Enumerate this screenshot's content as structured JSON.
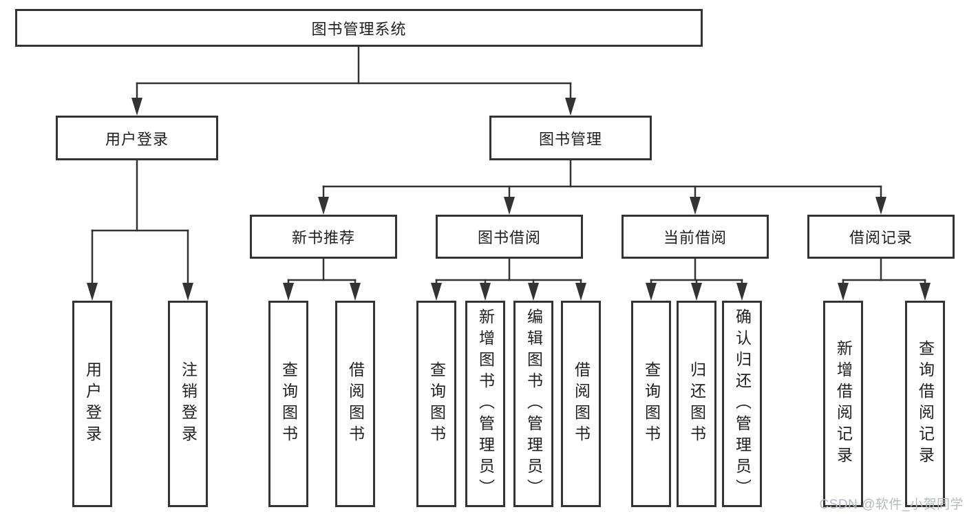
{
  "tree": {
    "label": "图书管理系统",
    "children": [
      {
        "label": "用户登录",
        "children": [
          {
            "label": "用户登录"
          },
          {
            "label": "注销登录"
          }
        ]
      },
      {
        "label": "图书管理",
        "children": [
          {
            "label": "新书推荐",
            "children": [
              {
                "label": "查询图书"
              },
              {
                "label": "借阅图书"
              }
            ]
          },
          {
            "label": "图书借阅",
            "children": [
              {
                "label": "查询图书"
              },
              {
                "label": "新增图书（管理员）"
              },
              {
                "label": "编辑图书（管理员）"
              },
              {
                "label": "借阅图书"
              }
            ]
          },
          {
            "label": "当前借阅",
            "children": [
              {
                "label": "查询图书"
              },
              {
                "label": "归还图书"
              },
              {
                "label": "确认归还（管理员）"
              }
            ]
          },
          {
            "label": "借阅记录",
            "children": [
              {
                "label": "新增借阅记录"
              },
              {
                "label": "查询借阅记录"
              }
            ]
          }
        ]
      }
    ]
  },
  "watermark": {
    "text": "CSDN @软件_小贺同学"
  },
  "colors": {
    "line": "#333333",
    "text": "#1f1f1f",
    "background": "#ffffff",
    "watermark": "#b6bac0"
  }
}
